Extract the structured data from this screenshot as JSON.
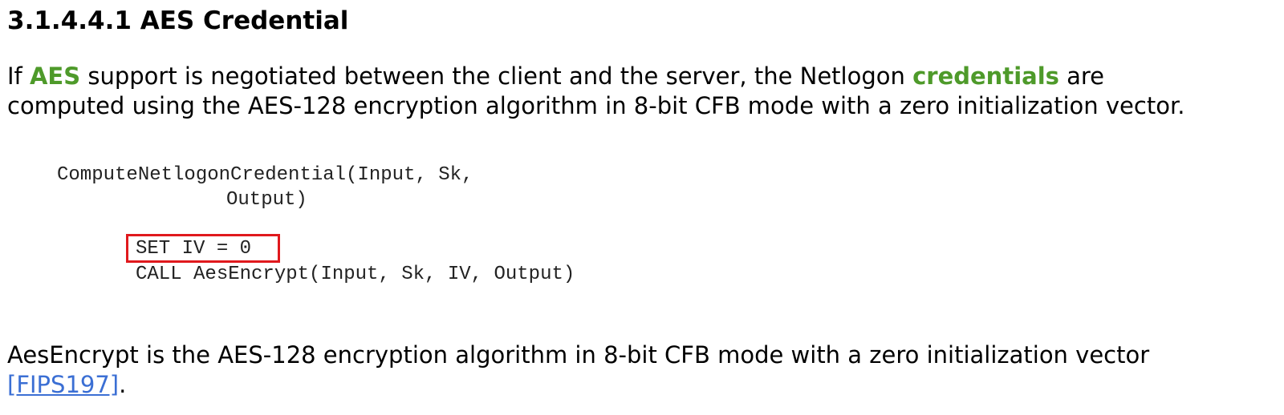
{
  "section": {
    "heading": "3.1.4.4.1 AES Credential"
  },
  "intro": {
    "line1_part1": "If ",
    "term_aes": "AES",
    "line1_part2": " support is negotiated between the client and the server, the Netlogon ",
    "term_credentials": "credentials",
    "line1_part3": " are",
    "line2": "computed using the AES-128 encryption algorithm in 8-bit CFB mode with a zero initialization vector."
  },
  "code": {
    "line1": "ComputeNetlogonCredential(Input, Sk,",
    "line2": "Output)",
    "line3_highlighted": "SET IV = 0",
    "line4": "CALL AesEncrypt(Input, Sk, IV, Output)"
  },
  "footer": {
    "text": "AesEncrypt is the AES-128 encryption algorithm in 8-bit CFB mode with a zero initialization vector",
    "link_label": "[FIPS197]",
    "trailing": "."
  },
  "colors": {
    "term": "#4e9a2a",
    "link": "#3b6fd4",
    "highlight_border": "#e0191d"
  }
}
